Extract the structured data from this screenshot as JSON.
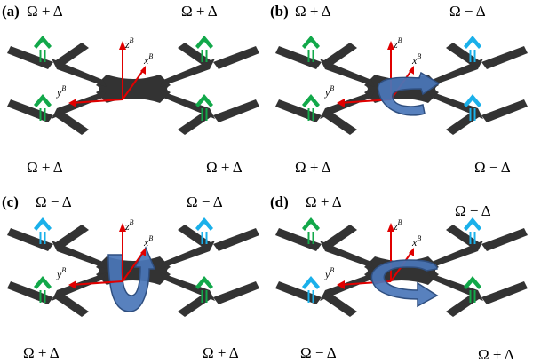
{
  "colors": {
    "frame": "#333333",
    "axis": "#e00000",
    "arrow_plus": "#12a84a",
    "arrow_minus": "#1ab0ea",
    "torque_fill": "#4a76b8",
    "torque_stroke": "#2f4f80"
  },
  "axis_labels": {
    "z": "z",
    "x": "x",
    "y": "y",
    "frame_superscript": "B"
  },
  "panels": [
    {
      "label": "(a)",
      "rotor_labels": {
        "front_left": "Ω + Δ",
        "front_right": "Ω + Δ",
        "back_left": "Ω + Δ",
        "back_right": "Ω + Δ"
      },
      "rotor_arrows": {
        "front_left": "plus-green-arrow-icon",
        "front_right": "plus-green-arrow-icon",
        "back_left": "plus-green-arrow-icon",
        "back_right": "plus-green-arrow-icon"
      },
      "torque": "none"
    },
    {
      "label": "(b)",
      "rotor_labels": {
        "front_left": "Ω + Δ",
        "front_right": "Ω − Δ",
        "back_left": "Ω + Δ",
        "back_right": "Ω − Δ"
      },
      "rotor_arrows": {
        "front_left": "plus-green-arrow-icon",
        "front_right": "minus-blue-arrow-icon",
        "back_left": "plus-green-arrow-icon",
        "back_right": "minus-blue-arrow-icon"
      },
      "torque": "roll-about-x"
    },
    {
      "label": "(c)",
      "rotor_labels": {
        "front_left": "Ω − Δ",
        "front_right": "Ω − Δ",
        "back_left": "Ω + Δ",
        "back_right": "Ω + Δ"
      },
      "rotor_arrows": {
        "front_left": "minus-blue-arrow-icon",
        "front_right": "minus-blue-arrow-icon",
        "back_left": "plus-green-arrow-icon",
        "back_right": "plus-green-arrow-icon"
      },
      "torque": "pitch-about-y"
    },
    {
      "label": "(d)",
      "rotor_labels": {
        "front_left": "Ω + Δ",
        "front_right": "Ω − Δ",
        "back_left": "Ω − Δ",
        "back_right": "Ω + Δ"
      },
      "rotor_arrows": {
        "front_left": "plus-green-arrow-icon",
        "front_right": "minus-blue-arrow-icon",
        "back_left": "minus-blue-arrow-icon",
        "back_right": "plus-green-arrow-icon"
      },
      "torque": "yaw-about-z"
    }
  ]
}
